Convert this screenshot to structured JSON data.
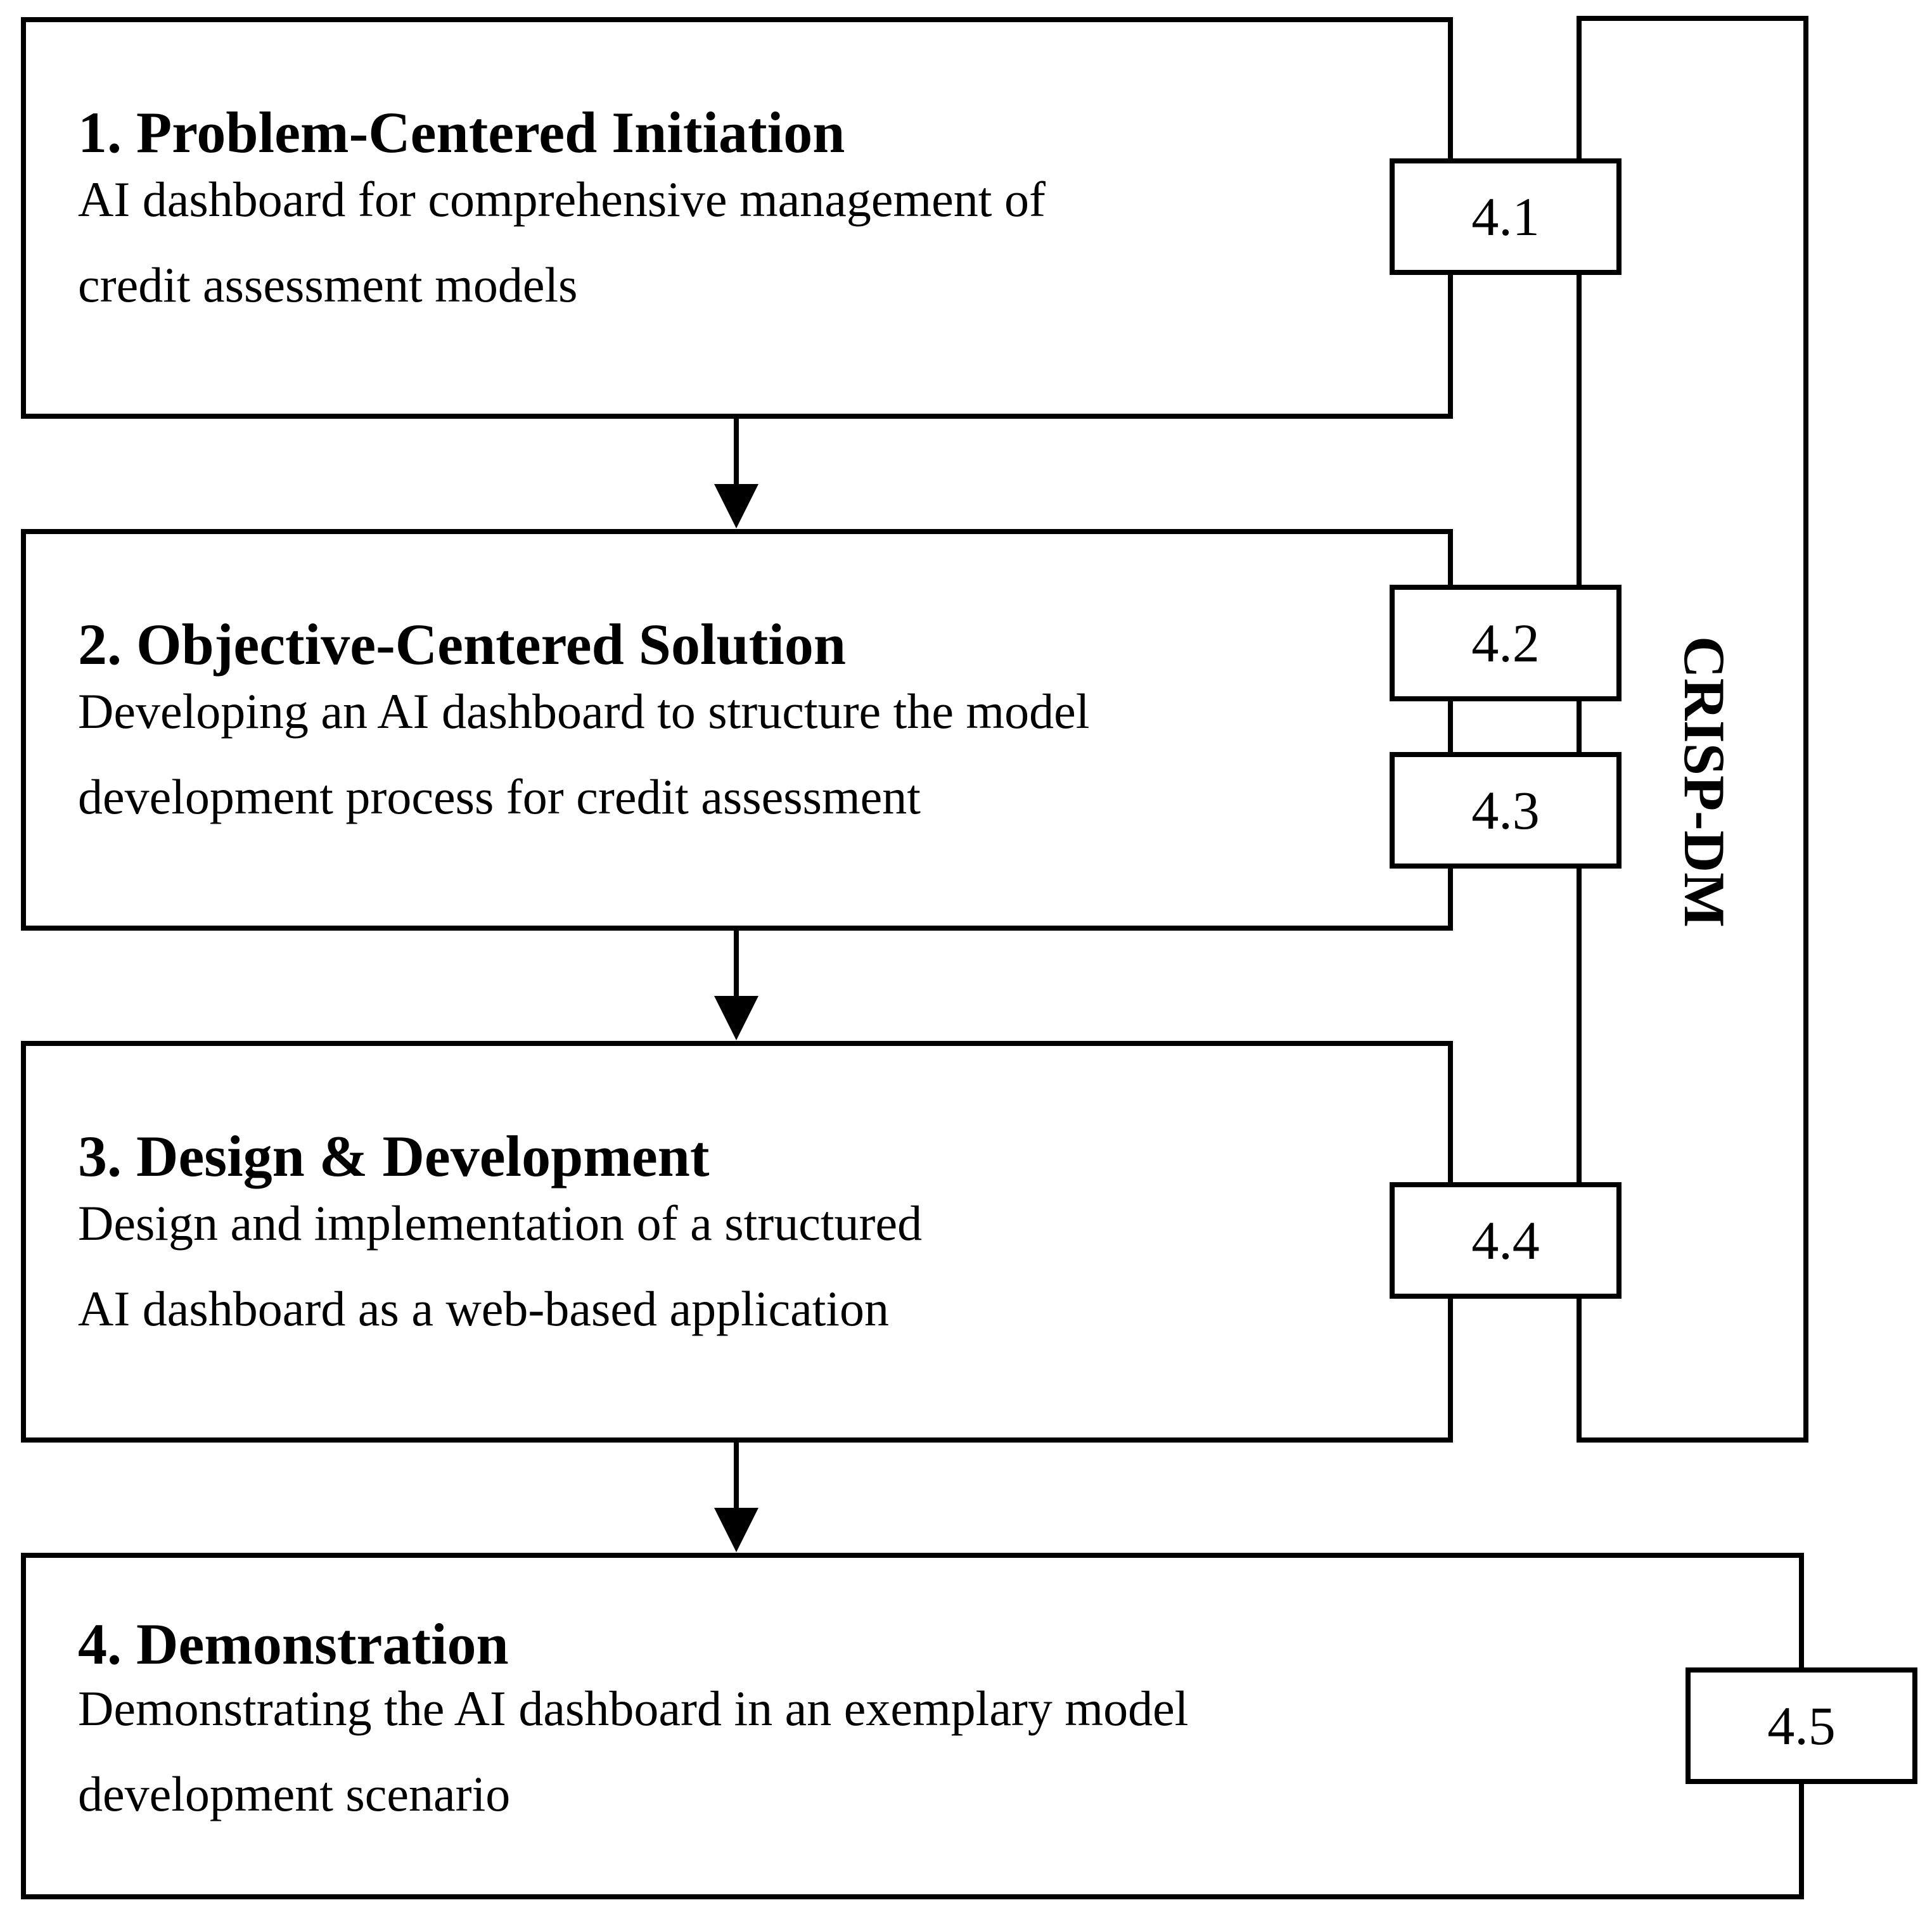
{
  "stages": [
    {
      "title": "1. Problem-Centered Initiation",
      "desc_lines": [
        "AI dashboard for comprehensive management of",
        "credit assessment models"
      ]
    },
    {
      "title": "2. Objective-Centered Solution",
      "desc_lines": [
        "Developing an AI dashboard to structure the model",
        "development process for credit assessment"
      ]
    },
    {
      "title": "3. Design & Development",
      "desc_lines": [
        "Design and implementation of a structured",
        "AI dashboard as a web-based application"
      ]
    },
    {
      "title": "4. Demonstration",
      "desc_lines": [
        "Demonstrating the AI dashboard in an exemplary model",
        "development scenario"
      ]
    }
  ],
  "section_tags": [
    "4.1",
    "4.2",
    "4.3",
    "4.4",
    "4.5"
  ],
  "side_label": "CRISP-DM"
}
